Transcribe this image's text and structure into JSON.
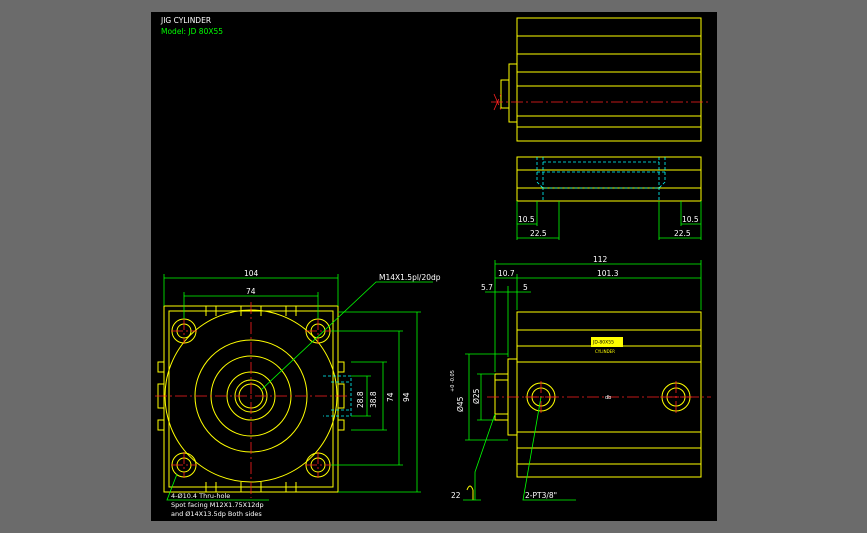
{
  "title_block": {
    "title": "JIG CYLINDER",
    "model": "Model:  JD  80X55"
  },
  "colors": {
    "viewport_bg": "#6b6b6b",
    "canvas_bg": "#000000",
    "outline": "#ffff00",
    "dimension": "#00ff00",
    "centerline": "#ff2020",
    "hidden": "#00ffff",
    "text": "#ffffff"
  },
  "front_view": {
    "dim_width_outer": "104",
    "dim_width_inner": "74",
    "dim_height_outer": "94",
    "dim_height_inner": "74",
    "dim_port_a": "28.8",
    "dim_port_b": "38.8",
    "thread_note": "M14X1.5pl/20dp",
    "hole_note_1": "4-Ø10.4 Thru-hole",
    "hole_note_2": "Spot facing  M12X1.75X12dp",
    "hole_note_3": "and Ø14X13.5dp Both sides"
  },
  "top_view": {
    "dim_left_small": "10.5",
    "dim_left_large": "22.5",
    "dim_right_small": "10.5",
    "dim_right_large": "22.5"
  },
  "side_view": {
    "dim_total": "112",
    "dim_front": "10.7",
    "dim_body": "101.3",
    "dim_rod_a": "5.7",
    "dim_rod_b": "5",
    "dim_rod_dia": "Ø25",
    "dim_boss_dia": "Ø45",
    "dim_boss_tol": "+0\n-0.05",
    "dim_wrench": "22",
    "port_note": "2-PT3/8\"",
    "nameplate": "JD-80X55",
    "nameplate_sub": "CYLINDER",
    "center_mark": "db"
  }
}
